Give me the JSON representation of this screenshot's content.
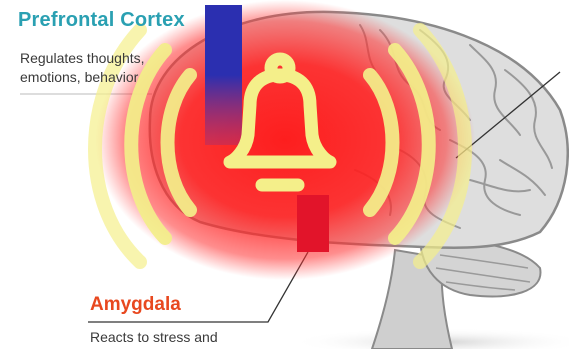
{
  "prefrontal_cortex": {
    "title": "Prefrontal Cortex",
    "description_line1": "Regulates thoughts,",
    "description_line2": "emotions, behavior"
  },
  "amygdala": {
    "title": "Amygdala",
    "description_line1": "Reacts to stress and"
  },
  "overlay": {
    "icon": "bell-alarm-icon",
    "glow_color": "#ff1e1e",
    "wave_color": "#f4ef8a"
  },
  "colors": {
    "prefrontal_title": "#2aa0b2",
    "amygdala_title": "#e8481f",
    "arrow_top": "#2b2fb0",
    "arrow_bottom": "#e2142a",
    "brain_fill": "#d9d9d9",
    "brain_stroke": "#8a8a8a"
  }
}
